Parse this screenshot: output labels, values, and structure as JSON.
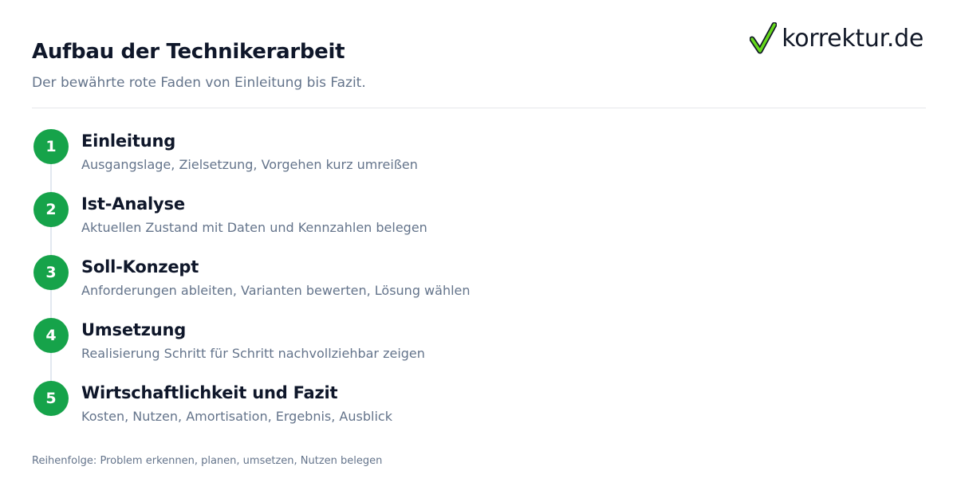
{
  "header": {
    "title": "Aufbau der Technikerarbeit",
    "subtitle": "Der bewährte rote Faden von Einleitung bis Fazit."
  },
  "logo": {
    "icon": "checkmark-icon",
    "text": "korrektur.de"
  },
  "steps": [
    {
      "number": "1",
      "title": "Einleitung",
      "description": "Ausgangslage, Zielsetzung, Vorgehen kurz umreißen"
    },
    {
      "number": "2",
      "title": "Ist-Analyse",
      "description": "Aktuellen Zustand mit Daten und Kennzahlen belegen"
    },
    {
      "number": "3",
      "title": "Soll-Konzept",
      "description": "Anforderungen ableiten, Varianten bewerten, Lösung wählen"
    },
    {
      "number": "4",
      "title": "Umsetzung",
      "description": "Realisierung Schritt für Schritt nachvollziehbar zeigen"
    },
    {
      "number": "5",
      "title": "Wirtschaftlichkeit und Fazit",
      "description": "Kosten, Nutzen, Amortisation, Ergebnis, Ausblick"
    }
  ],
  "footnote": "Reihenfolge: Problem erkennen, planen, umsetzen, Nutzen belegen",
  "colors": {
    "accent": "#16a34a",
    "title": "#0f172a",
    "muted": "#64748b",
    "divider": "#e5e7eb",
    "logo_check": "#65d81c"
  }
}
